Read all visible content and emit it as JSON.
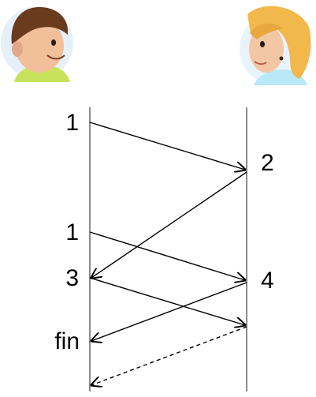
{
  "participants": [
    {
      "icon": "man-avatar-icon",
      "colors": {
        "hair": "#6b3b1e",
        "skin": "#f1bf9a",
        "shirt": "#c8e35b",
        "bg": "#e6f0fb"
      }
    },
    {
      "icon": "woman-avatar-icon",
      "colors": {
        "hair": "#f2b84b",
        "skin": "#f3c7a4",
        "shirt": "#b9e9f8",
        "bg": "#e9f3fb"
      }
    }
  ],
  "left_labels": [
    "1",
    "1",
    "3",
    "fin"
  ],
  "right_labels": [
    "2",
    "4"
  ],
  "messages": [
    {
      "from": "left",
      "to": "right",
      "style": "solid"
    },
    {
      "from": "right",
      "to": "left",
      "style": "solid"
    },
    {
      "from": "left",
      "to": "right",
      "style": "solid"
    },
    {
      "from": "right",
      "to": "left",
      "style": "solid"
    },
    {
      "from": "left",
      "to": "right",
      "style": "solid"
    },
    {
      "from": "right",
      "to": "left",
      "style": "dashed"
    }
  ],
  "colors": {
    "lifeline": "#8c8c8c",
    "arrow": "#000000",
    "text": "#000000"
  }
}
